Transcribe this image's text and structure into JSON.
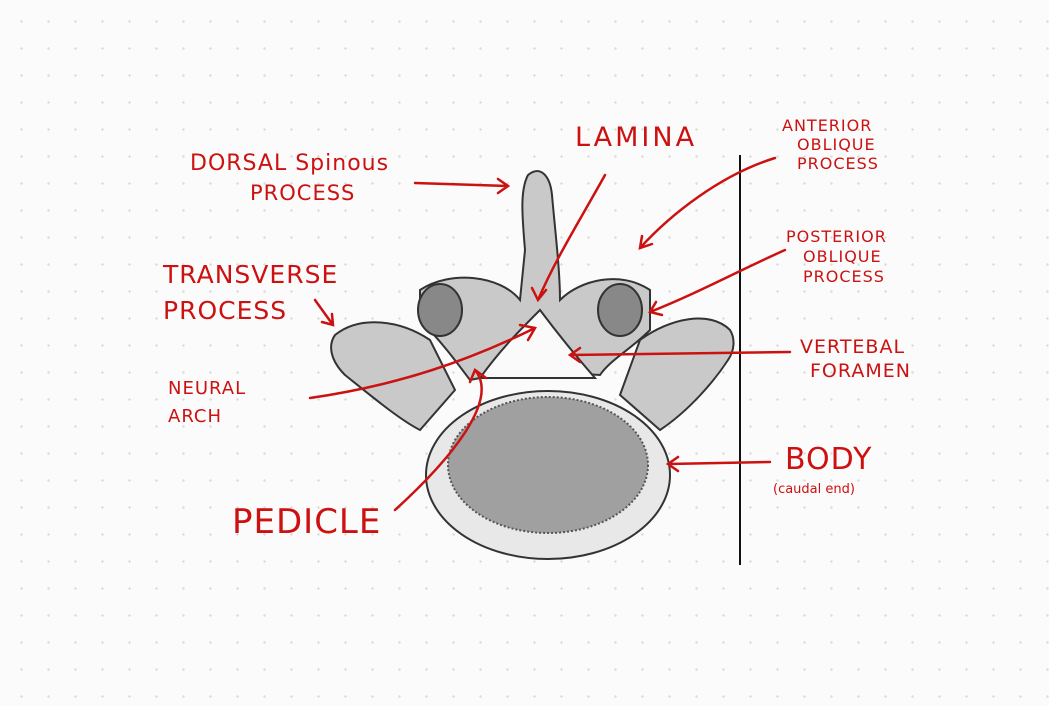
{
  "title": "Vertebra anatomy diagram",
  "colors": {
    "annotation": "#cc1111",
    "bone": "#9a9a9a"
  },
  "labels": {
    "dorsal_spinous_1": "DORSAL Spinous",
    "dorsal_spinous_2": "PROCESS",
    "lamina": "LAMINA",
    "anterior_1": "ANTERIOR",
    "anterior_2": "OBLIQUE",
    "anterior_3": "PROCESS",
    "posterior_1": "POSTERIOR",
    "posterior_2": "OBLIQUE",
    "posterior_3": "PROCESS",
    "transverse_1": "TRANSVERSE",
    "transverse_2": "PROCESS",
    "neural_1": "NEURAL",
    "neural_2": "ARCH",
    "foramen_1": "VERTEBAL",
    "foramen_2": "FORAMEN",
    "body": "BODY",
    "body_note": "(caudal end)",
    "pedicle": "PEDICLE"
  }
}
